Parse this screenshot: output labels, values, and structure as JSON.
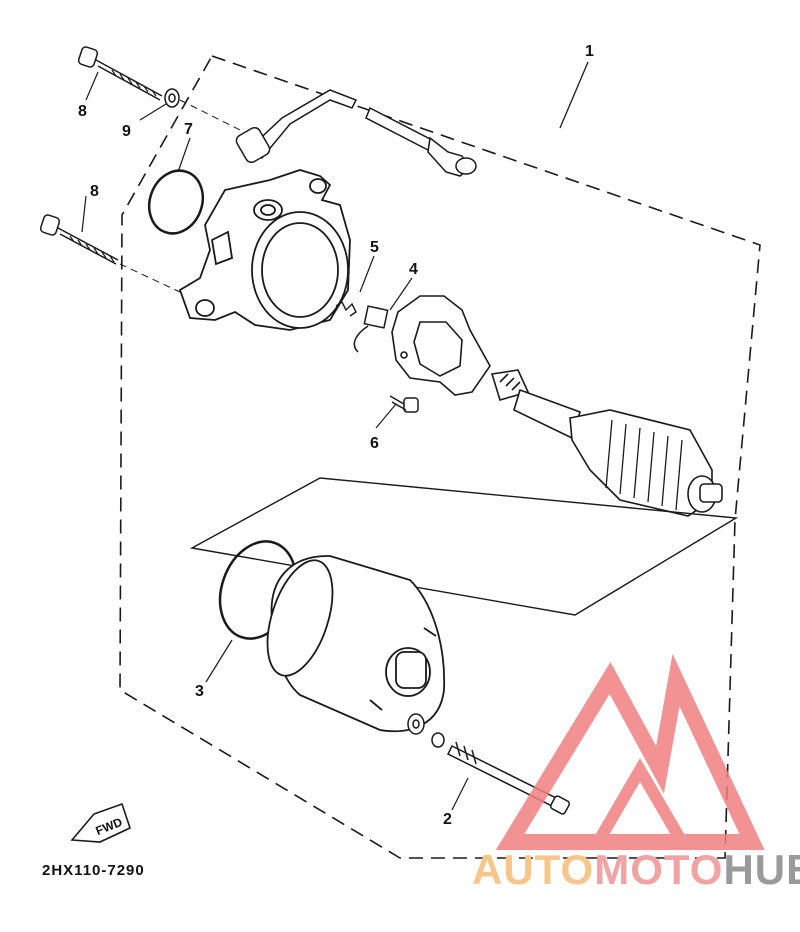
{
  "callouts": {
    "c1": "1",
    "c2": "2",
    "c3": "3",
    "c4": "4",
    "c5": "5",
    "c6": "6",
    "c7": "7",
    "c8a": "8",
    "c8b": "8",
    "c9": "9"
  },
  "fwd_label": "FWD",
  "part_code": "2HX110-7290",
  "watermark": {
    "part1": "AUTO",
    "part2": "MOTO",
    "part3": "HUB"
  },
  "colors": {
    "line": "#1a1a1a",
    "watermark_red": "#f08080",
    "watermark_orange": "#f6c68a",
    "watermark_gray": "#9a9a9a"
  }
}
